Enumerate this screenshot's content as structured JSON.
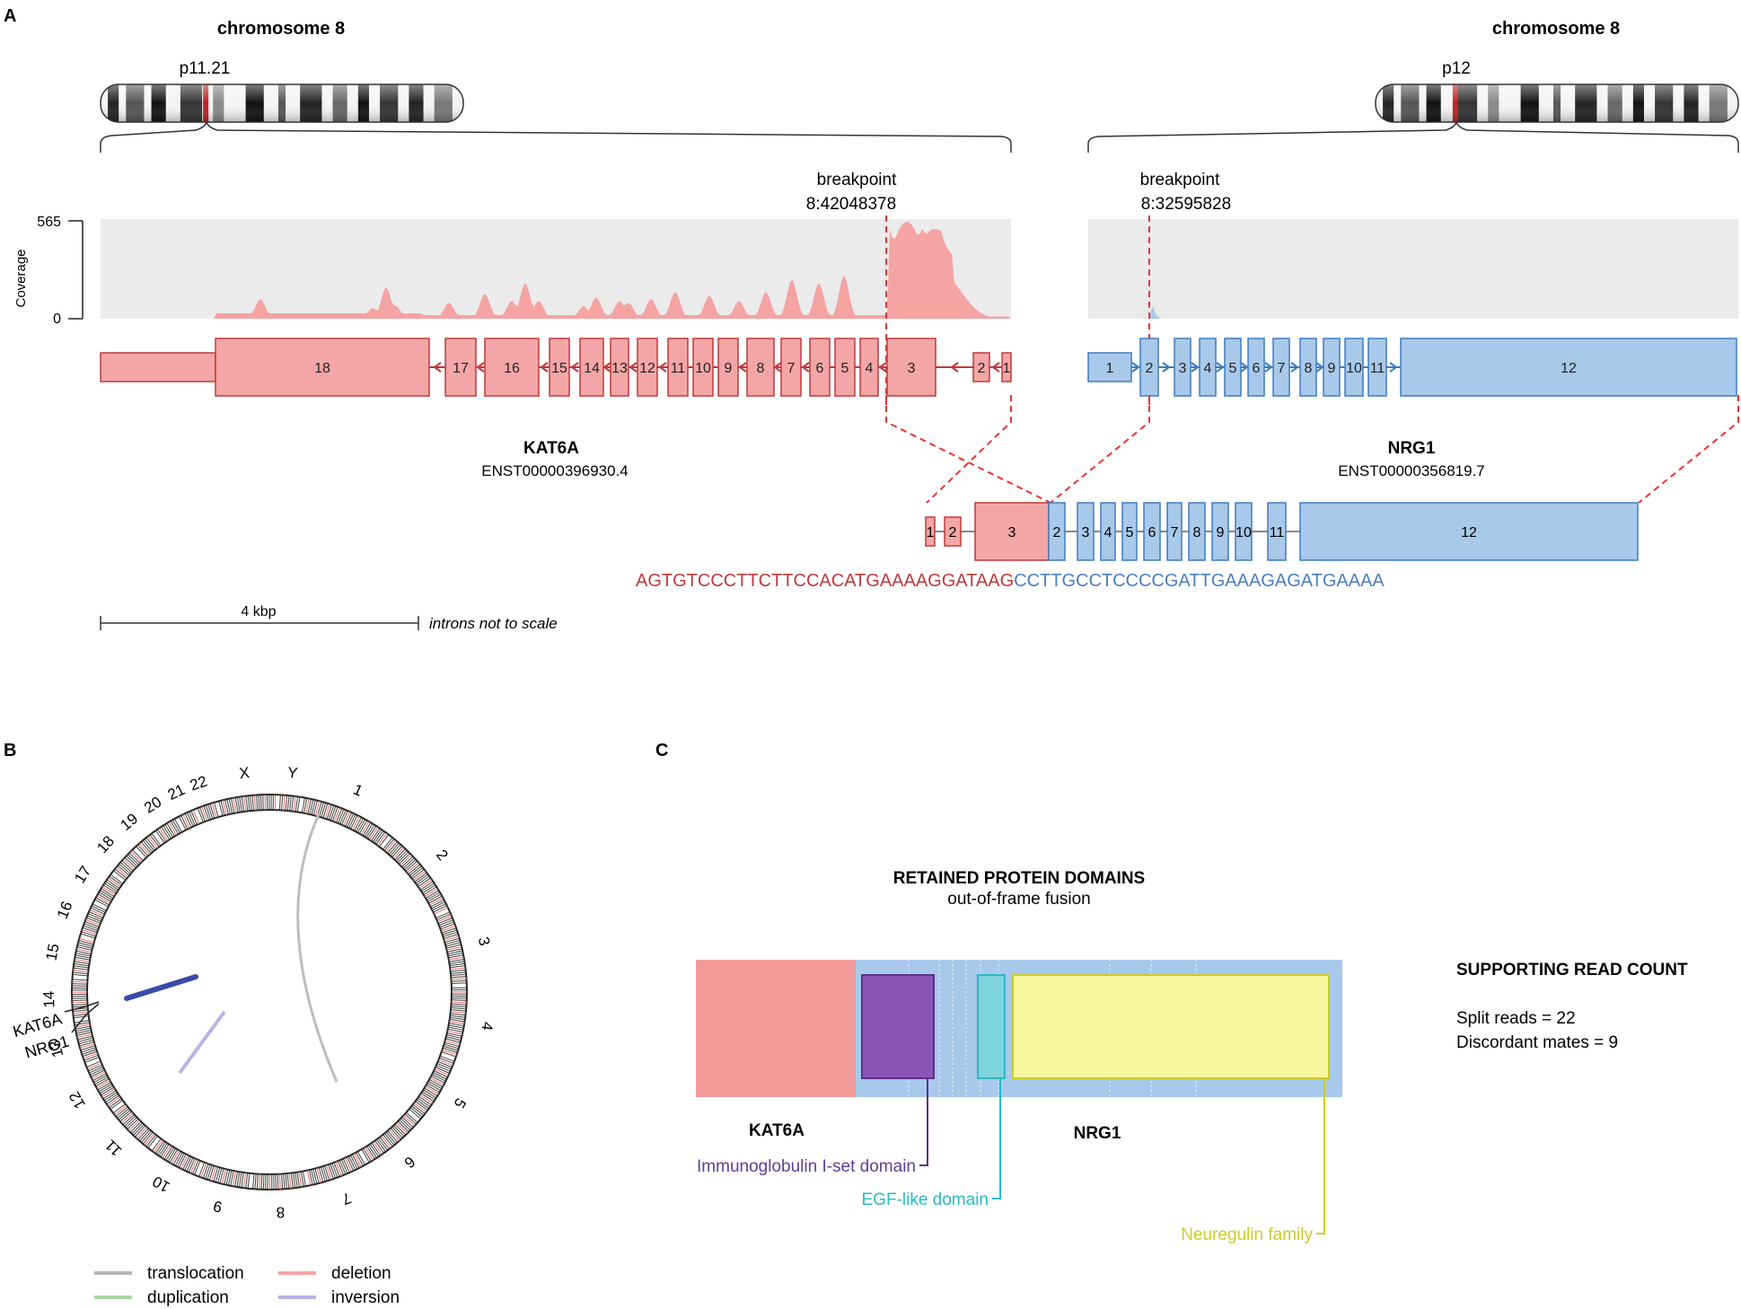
{
  "panel_a": {
    "label": "A",
    "chrom_left": {
      "title": "chromosome 8",
      "band": "p11.21"
    },
    "chrom_right": {
      "title": "chromosome 8",
      "band": "p12"
    },
    "coverage": {
      "axis_label": "Coverage",
      "max": "565",
      "min": "0"
    },
    "bp_left": {
      "label": "breakpoint",
      "pos": "8:42048378"
    },
    "bp_right": {
      "label": "breakpoint",
      "pos": "8:32595828"
    },
    "gene_left": {
      "name": "KAT6A",
      "transcript": "ENST00000396930.4"
    },
    "gene_right": {
      "name": "NRG1",
      "transcript": "ENST00000356819.7"
    },
    "left_exons": [
      "18",
      "17",
      "16",
      "15",
      "14",
      "13",
      "12",
      "11",
      "10",
      "9",
      "8",
      "7",
      "6",
      "5",
      "4",
      "3",
      "2",
      "1"
    ],
    "right_exons": [
      "1",
      "2",
      "3",
      "4",
      "5",
      "6",
      "7",
      "8",
      "9",
      "10",
      "11",
      "12"
    ],
    "fusion_left_exons": [
      "1",
      "2",
      "3"
    ],
    "fusion_right_exons": [
      "2",
      "3",
      "4",
      "5",
      "6",
      "7",
      "8",
      "9",
      "10",
      "11",
      "12"
    ],
    "seq_left": "AGTGTCCCTTCTTCCACATGAAAAGGATAAG",
    "seq_right": "CCTTGCCTCCCCGATTGAAAGAGATGAAAA",
    "scale_label": "4 kbp",
    "scale_note": "introns not to scale"
  },
  "panel_b": {
    "label": "B",
    "chromosomes": [
      "1",
      "2",
      "3",
      "4",
      "5",
      "6",
      "7",
      "8",
      "9",
      "10",
      "11",
      "12",
      "13",
      "14",
      "15",
      "16",
      "17",
      "18",
      "19",
      "20",
      "21",
      "22",
      "X",
      "Y"
    ],
    "gene_labels": [
      "KAT6A",
      "NRG1"
    ],
    "legend": [
      {
        "label": "translocation",
        "color": "#b8b8b8"
      },
      {
        "label": "deletion",
        "color": "#f4a3a3"
      },
      {
        "label": "duplication",
        "color": "#a8d8a0"
      },
      {
        "label": "inversion",
        "color": "#b7b4e2"
      }
    ]
  },
  "panel_c": {
    "label": "C",
    "title": "RETAINED PROTEIN DOMAINS",
    "subtitle": "out-of-frame fusion",
    "left_gene": "KAT6A",
    "right_gene": "NRG1",
    "domains": [
      {
        "label": "Immunoglobulin I-set domain",
        "color": "#8b55b8"
      },
      {
        "label": "EGF-like domain",
        "color": "#29b9c6"
      },
      {
        "label": "Neuregulin family",
        "color": "#c9cc2a"
      }
    ],
    "support_title": "SUPPORTING READ COUNT",
    "split_reads": "Split reads = 22",
    "discordant": "Discordant mates = 9"
  },
  "colors": {
    "kat6a_fill": "#f4a6a6",
    "kat6a_stroke": "#c0393b",
    "nrg1_fill": "#a9c9ea",
    "nrg1_stroke": "#3f7bbd",
    "coverage_fill": "#f5a3a3",
    "coverage_bg": "#ebebeb",
    "seq_left": "#c0393b",
    "seq_right": "#4a7fc0"
  }
}
